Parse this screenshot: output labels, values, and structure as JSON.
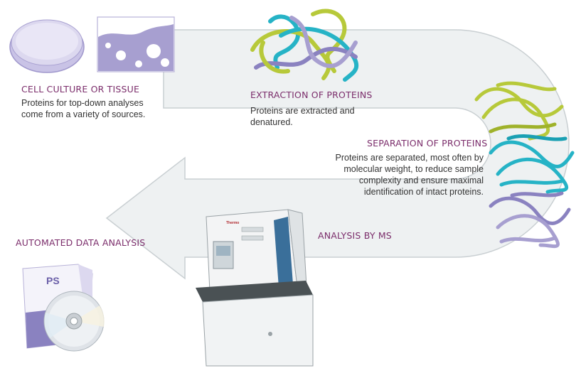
{
  "steps": {
    "cell_culture": {
      "title": "CELL CULTURE OR TISSUE",
      "desc_lines": [
        "Proteins for top-down analyses",
        "come from a variety of sources."
      ]
    },
    "extraction": {
      "title": "EXTRACTION OF PROTEINS",
      "desc_lines": [
        "Proteins are extracted and",
        "denatured."
      ]
    },
    "separation": {
      "title": "SEPARATION OF PROTEINS",
      "desc_lines": [
        "Proteins are separated, most often by",
        "molecular weight, to reduce sample",
        "complexity and ensure maximal",
        "identification of intact proteins."
      ]
    },
    "analysis_ms": {
      "title": "ANALYSIS BY MS"
    },
    "data_analysis": {
      "title": "AUTOMATED DATA ANALYSIS"
    }
  },
  "instrument_brand": "Thermo",
  "software_label": "PS",
  "colors": {
    "title": "#7b2d6b",
    "body_text": "#333333",
    "arrow_fill": "#eef1f2",
    "arrow_stroke": "#c9cfd2",
    "lavender": "#a79fd0",
    "lime": "#b7c93a",
    "teal": "#26b3c6",
    "purple": "#8a82c0"
  },
  "icons": [
    "petri-dish-icon",
    "tissue-icon",
    "protein-tangle-icon",
    "mass-spectrometer-icon",
    "software-box-icon",
    "disc-icon"
  ]
}
